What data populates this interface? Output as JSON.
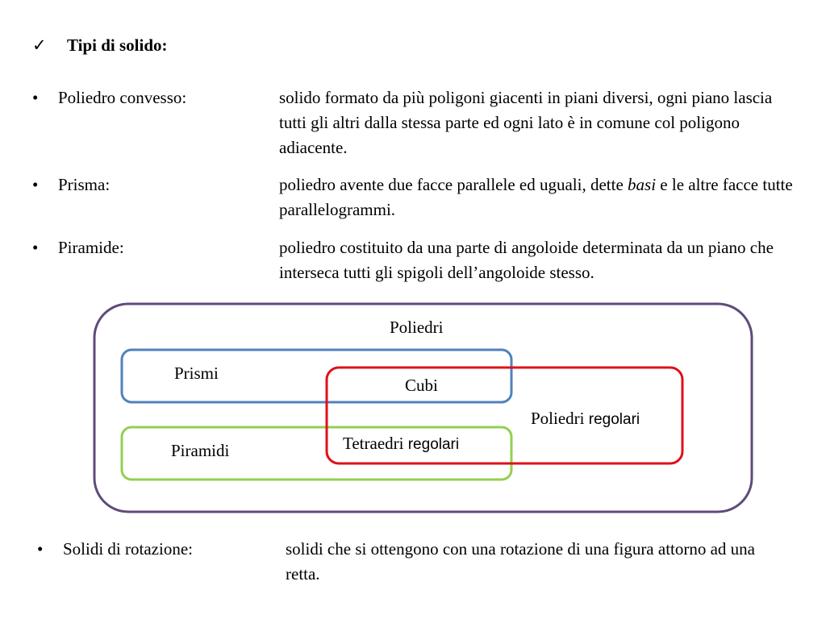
{
  "heading": {
    "check_icon": "checkmark-icon",
    "check_glyph": "✓",
    "text": "Tipi di solido:"
  },
  "bullet_glyph": "•",
  "definitions": [
    {
      "term": "Poliedro convesso:",
      "description": "solido formato da più poligoni giacenti in piani diversi,  ogni piano lascia tutti gli altri dalla stessa parte ed ogni lato è in comune col poligono adiacente."
    },
    {
      "term": "Prisma:",
      "description_before": "poliedro avente due facce parallele ed uguali, dette ",
      "description_italic": "basi",
      "description_after": " e le altre facce tutte parallelogrammi."
    },
    {
      "term": "Piramide:",
      "description": "poliedro costituito da una parte di angoloide determinata da un piano che interseca tutti gli spigoli dell’angoloide stesso."
    }
  ],
  "diagram": {
    "labels": {
      "poliedri": "Poliedri",
      "prismi": "Prismi",
      "cubi": "Cubi",
      "piramidi": "Piramidi",
      "poliedri_regolari_1": "Poliedri ",
      "poliedri_regolari_2": "regolari",
      "tetraedri_regolari_1": "Tetraedri ",
      "tetraedri_regolari_2": "regolari"
    },
    "colors": {
      "poliedri": "#604a7b",
      "prismi": "#4f81bd",
      "piramidi": "#92d050",
      "regolari": "#e0101a"
    }
  },
  "rotation": {
    "term": "Solidi di rotazione:",
    "description": "solidi che si ottengono con una rotazione di una figura attorno ad una retta."
  }
}
